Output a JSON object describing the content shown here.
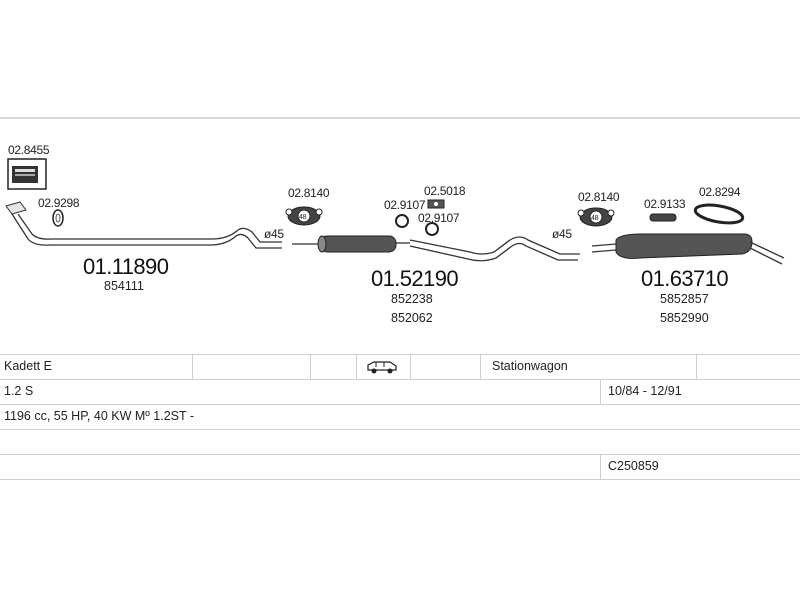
{
  "parts": {
    "box_code": "02.8455",
    "left_gasket": "02.9298",
    "front_pipe_main": "01.11890",
    "front_pipe_ref": "854111",
    "diameter_left": "ø45",
    "clamp_left": "02.8140",
    "clamp_left_label": "48",
    "mid_muffler_main": "01.52190",
    "mid_muffler_ref1": "852238",
    "mid_muffler_ref2": "852062",
    "mid_part_a": "02.9107",
    "mid_part_b": "02.5018",
    "mid_part_c": "02.9107",
    "diameter_right": "ø45",
    "clamp_right": "02.8140",
    "clamp_right_label": "48",
    "rear_part_a": "02.9133",
    "rear_gasket": "02.8294",
    "rear_muffler_main": "01.63710",
    "rear_muffler_ref1": "5852857",
    "rear_muffler_ref2": "5852990"
  },
  "table": {
    "model": "Kadett  E",
    "vehicle_icon": "car-icon",
    "body_type": "Stationwagon",
    "engine": "1.2 S",
    "period": "10/84 - 12/91",
    "specs": "1196 cc, 55 HP, 40 KW Mº 1.2ST -",
    "catalog_code": "C250859"
  }
}
